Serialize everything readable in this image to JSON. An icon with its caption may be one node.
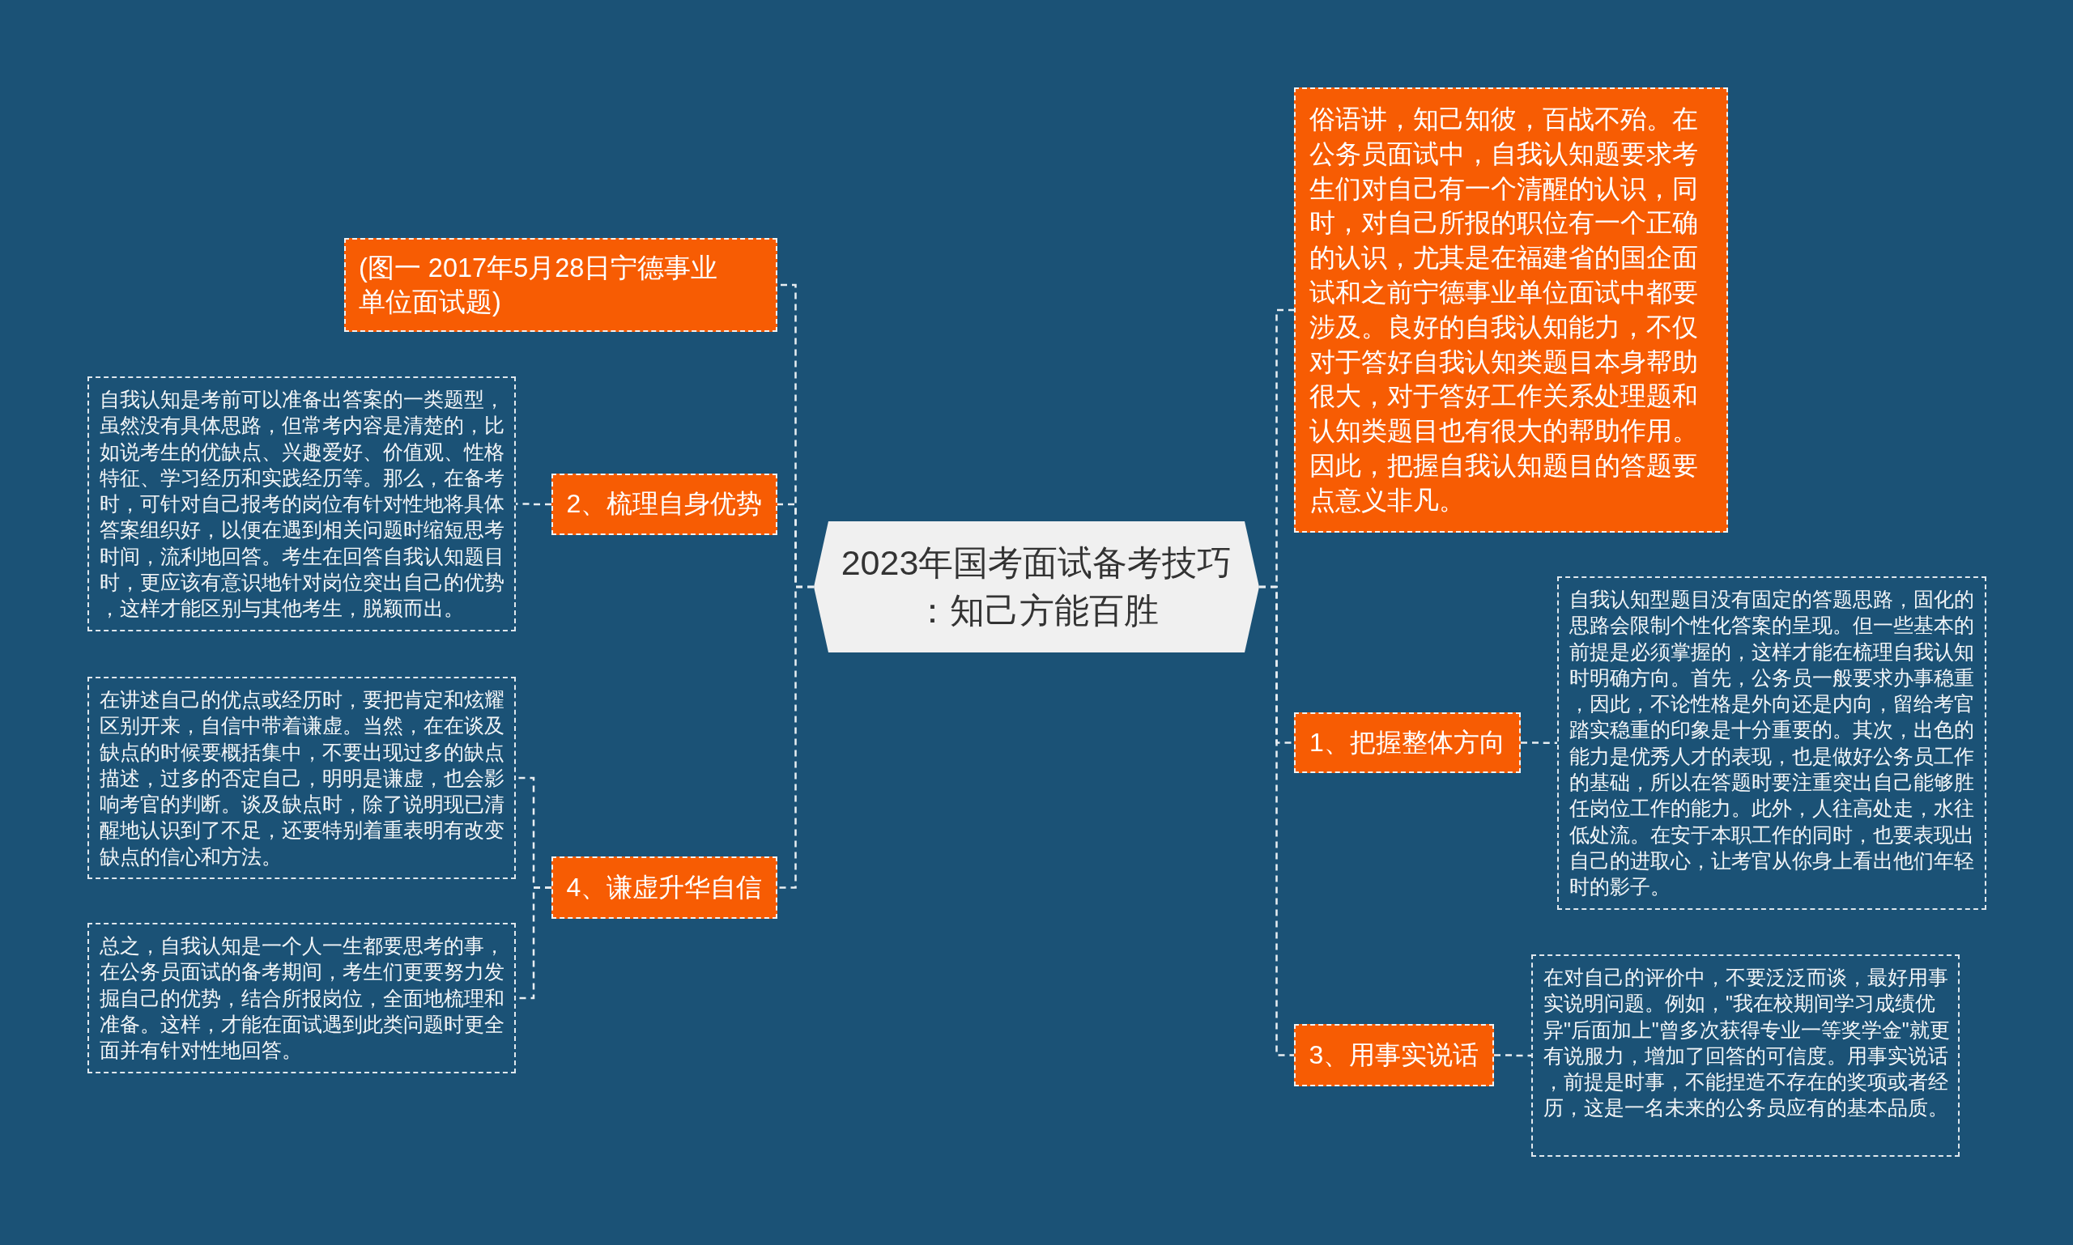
{
  "diagram": {
    "nodes": [
      {
        "text": [
          "2023年国考面试备考技巧：知己方能百胜"
        ]
      },
      {
        "text": [
          "(图一 2017年5月28日宁德事业单位面试题)"
        ]
      },
      {
        "text": [
          "2、梳理自身优势"
        ]
      },
      {
        "text": [
          "自我认知是考前可以准备出答案的一类题型，虽然没有具体思路，但常考内容是清楚的，比如说考生的优缺点、兴趣爱好、价值观、性格特征、学习经历和实践经历等。那么，在备考时，可针对自己报考的岗位有针对性地将具体答案组织好，以便在遇到相关问题时缩短思考时间，流利地回答。考生在回答自我认知题目时，更应该有意识地针对岗位突出自己的优势，这样才能区别与其他考生，脱颖而出。"
        ]
      },
      {
        "text": [
          "4、谦虚升华自信"
        ]
      },
      {
        "text": [
          "在讲述自己的优点或经历时，要把肯定和炫耀区别开来，自信中带着谦虚。当然，在在谈及缺点的时候要概括集中，不要出现过多的缺点描述，过多的否定自己，明明是谦虚，也会影响考官的判断。谈及缺点时，除了说明现已清醒地认识到了不足，还要特别着重表明有改变缺点的信心和方法。"
        ]
      },
      {
        "text": [
          "总之，自我认知是一个人一生都要思考的事，在公务员面试的备考期间，考生们更要努力发掘自己的优势，结合所报岗位，全面地梳理和准备。这样，才能在面试遇到此类问题时更全面并有针对性地回答。"
        ]
      },
      {
        "text": [
          "俗语讲，知己知彼，百战不殆。在公务员面试中，自我认知题要求考生们对自己有一个清醒的认识，同时，对自己所报的职位有一个正确的认识，尤其是在福建省的国企面试和之前宁德事业单位面试中都要涉及。良好的自我认知能力，不仅对于答好自我认知类题目本身帮助很大，对于答好工作关系处理题和认知类题目也有很大的帮助作用。因此，把握自我认知题目的答题要点意义非凡。"
        ]
      },
      {
        "text": [
          "1、把握整体方向"
        ]
      },
      {
        "text": [
          "自我认知型题目没有固定的答题思路，固化的思路会限制个性化答案的呈现。但一些基本的前提是必须掌握的，这样才能在梳理自我认知时明确方向。首先，公务员一般要求办事稳重，因此，不论性格是外向还是内向，留给考官踏实稳重的印象是十分重要的。其次，出色的能力是优秀人才的表现，也是做好公务员工作的基础，所以在答题时要注重突出自己能够胜任岗位工作的能力。此外，人往高处走，水往低处流。在安于本职工作的同时，也要表现出自己的进取心，让考官从你身上看出他们年轻时的影子。"
        ]
      },
      {
        "text": [
          "3、用事实说话"
        ]
      },
      {
        "text": [
          "在对自己的评价中，不要泛泛而谈，最好用事实说明问题。例如，\"我在校期间学习成绩优异\"后面加上\"曾多次获得专业一等奖学金\"就更有说服力，增加了回答的可信度。用事实说话，前提是时事，不能捏造不存在的奖项或者经历，这是一名未来的公务员应有的基本品质。"
        ]
      }
    ],
    "edges": [
      {
        "from": 0,
        "to": 1,
        "arrow": "none"
      },
      {
        "from": 0,
        "to": 2,
        "arrow": "none"
      },
      {
        "from": 2,
        "to": 3,
        "arrow": "none"
      },
      {
        "from": 0,
        "to": 4,
        "arrow": "none"
      },
      {
        "from": 4,
        "to": 5,
        "arrow": "none"
      },
      {
        "from": 4,
        "to": 6,
        "arrow": "none"
      },
      {
        "from": 0,
        "to": 7,
        "arrow": "none"
      },
      {
        "from": 0,
        "to": 8,
        "arrow": "none"
      },
      {
        "from": 8,
        "to": 9,
        "arrow": "none"
      },
      {
        "from": 0,
        "to": 10,
        "arrow": "none"
      },
      {
        "from": 10,
        "to": 11,
        "arrow": "none"
      }
    ]
  }
}
